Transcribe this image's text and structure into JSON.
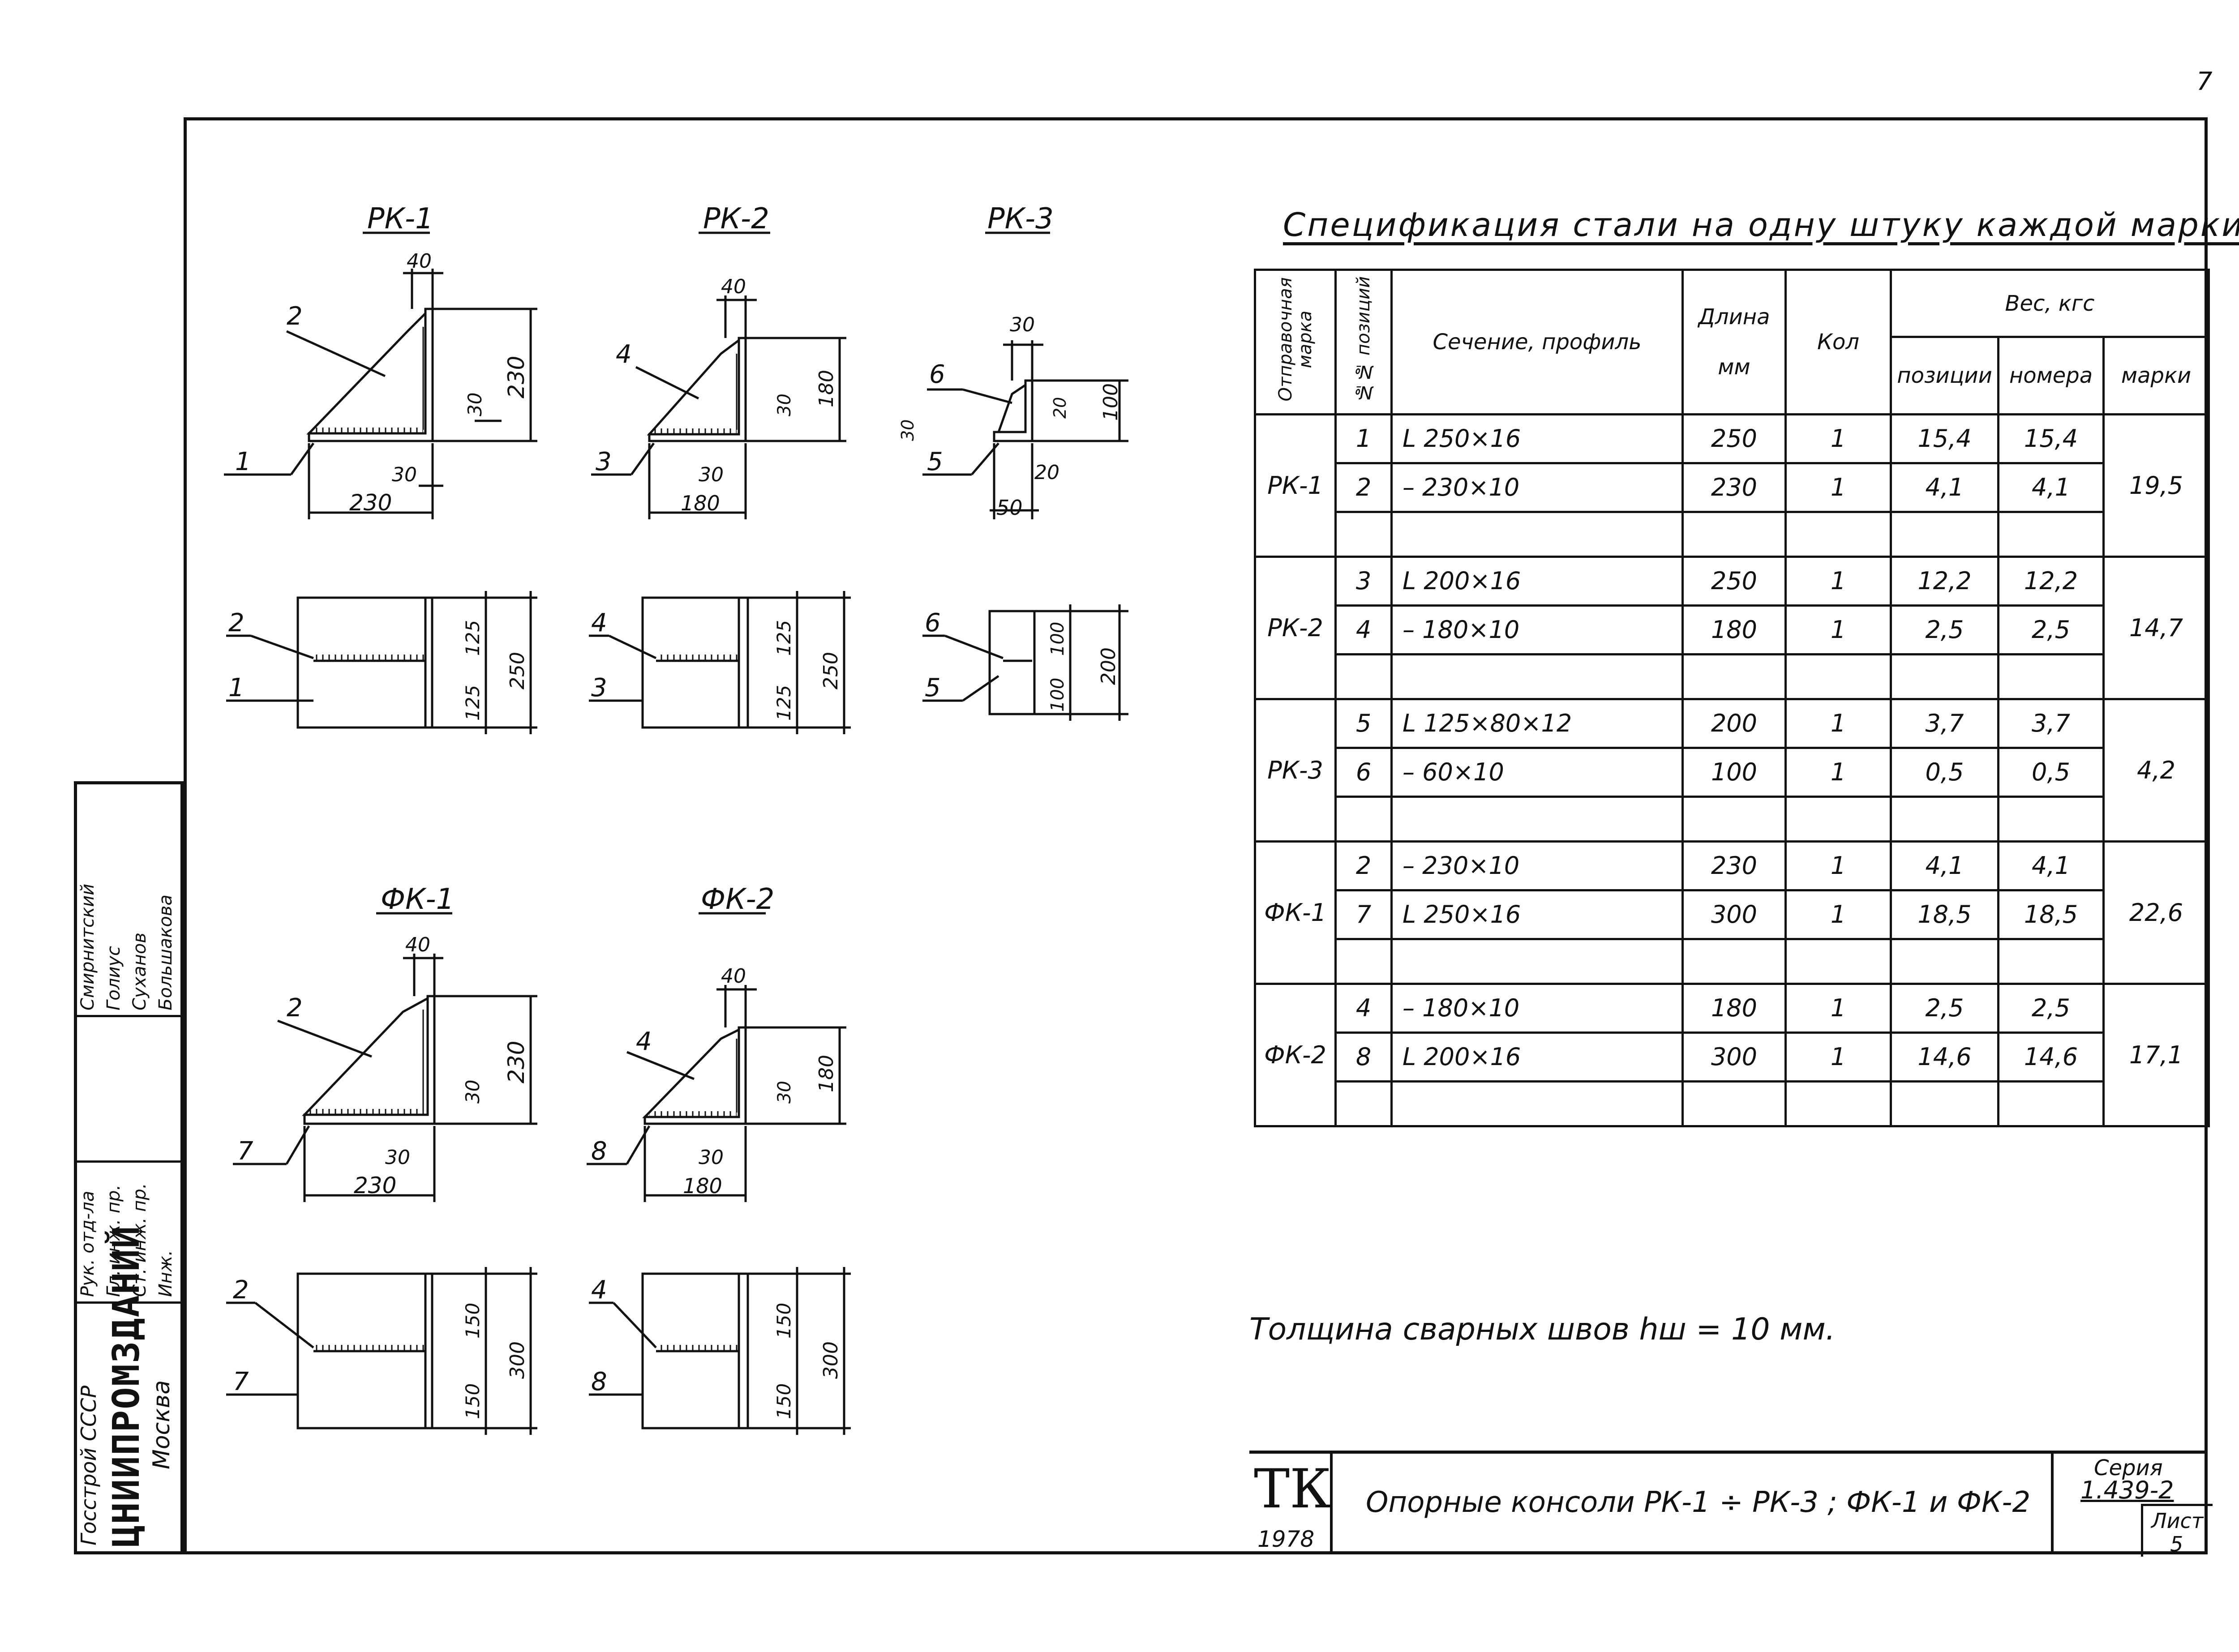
{
  "page_number": "7",
  "drawings": {
    "top": [
      "РК-1",
      "РК-2",
      "РК-3"
    ],
    "bottom": [
      "ФК-1",
      "ФК-2"
    ]
  },
  "dims": {
    "d40": "40",
    "d30": "30",
    "d230": "230",
    "d180": "180",
    "d100": "100",
    "d20": "20",
    "d50": "50",
    "d125": "125",
    "d250": "250",
    "d200": "200",
    "d150": "150",
    "d300": "300"
  },
  "positions": [
    "1",
    "2",
    "3",
    "4",
    "5",
    "6",
    "7",
    "8"
  ],
  "spec": {
    "title": "Спецификация стали на одну штуку каждой марки",
    "headers": {
      "mark": "Отправочная марка",
      "pos": "№№ позиций",
      "section": "Сечение, профиль",
      "length": "Длина",
      "length_unit": "мм",
      "qty": "Кол",
      "weight": "Вес, кгс",
      "w_pos": "позиции",
      "w_num": "номера",
      "w_mark": "марки"
    },
    "groups": [
      {
        "mark": "РК-1",
        "total": "19,5",
        "rows": [
          {
            "pos": "1",
            "section": "L 250×16",
            "length": "250",
            "qty": "1",
            "w_pos": "15,4",
            "w_num": "15,4"
          },
          {
            "pos": "2",
            "section": "– 230×10",
            "length": "230",
            "qty": "1",
            "w_pos": "4,1",
            "w_num": "4,1"
          }
        ]
      },
      {
        "mark": "РК-2",
        "total": "14,7",
        "rows": [
          {
            "pos": "3",
            "section": "L 200×16",
            "length": "250",
            "qty": "1",
            "w_pos": "12,2",
            "w_num": "12,2"
          },
          {
            "pos": "4",
            "section": "– 180×10",
            "length": "180",
            "qty": "1",
            "w_pos": "2,5",
            "w_num": "2,5"
          }
        ]
      },
      {
        "mark": "РК-3",
        "total": "4,2",
        "rows": [
          {
            "pos": "5",
            "section": "L 125×80×12",
            "length": "200",
            "qty": "1",
            "w_pos": "3,7",
            "w_num": "3,7"
          },
          {
            "pos": "6",
            "section": "– 60×10",
            "length": "100",
            "qty": "1",
            "w_pos": "0,5",
            "w_num": "0,5"
          }
        ]
      },
      {
        "mark": "ФК-1",
        "total": "22,6",
        "rows": [
          {
            "pos": "2",
            "section": "– 230×10",
            "length": "230",
            "qty": "1",
            "w_pos": "4,1",
            "w_num": "4,1"
          },
          {
            "pos": "7",
            "section": "L 250×16",
            "length": "300",
            "qty": "1",
            "w_pos": "18,5",
            "w_num": "18,5"
          }
        ]
      },
      {
        "mark": "ФК-2",
        "total": "17,1",
        "rows": [
          {
            "pos": "4",
            "section": "– 180×10",
            "length": "180",
            "qty": "1",
            "w_pos": "2,5",
            "w_num": "2,5"
          },
          {
            "pos": "8",
            "section": "L 200×16",
            "length": "300",
            "qty": "1",
            "w_pos": "14,6",
            "w_num": "14,6"
          }
        ]
      }
    ]
  },
  "weld_note": "Толщина сварных швов hш = 10 мм.",
  "title_block": {
    "logo": "ТК",
    "year": "1978",
    "title": "Опорные консоли РК-1 ÷ РК-3 ;  ФК-1 и ФК-2",
    "seria_label": "Серия",
    "seria_value": "1.439-2",
    "sheet_label": "Лист",
    "sheet_value": "5"
  },
  "stamp": {
    "org1": "Госстрой СССР",
    "org2": "ЦНИИПРОМЗДАНИЙ",
    "org3": "Москва",
    "roles": [
      "Рук. отд-ла",
      "Гл. инж. пр.",
      "Ст. инж. пр.",
      "Инж."
    ],
    "names": [
      "Смирнитский",
      "Голиус",
      "Суханов",
      "Большакова"
    ]
  }
}
